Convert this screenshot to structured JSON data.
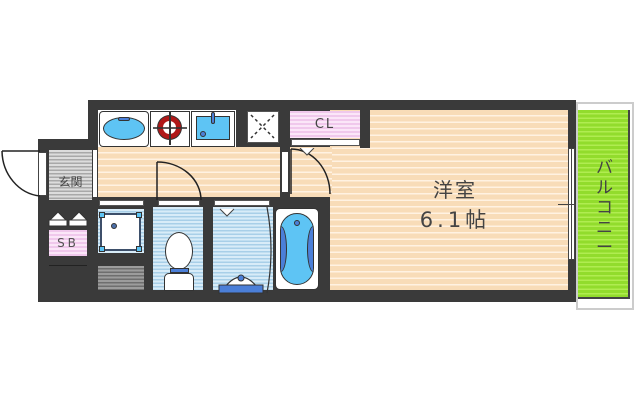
{
  "floorplan": {
    "rooms": {
      "main_room": {
        "name": "洋室",
        "size": "6.1帖"
      },
      "entrance": {
        "label": "玄関"
      },
      "shoe_box": {
        "label": "SB"
      },
      "closet": {
        "label": "CL"
      },
      "balcony": {
        "label": "バルコニー"
      }
    },
    "fixtures": [
      "washbasin",
      "gas-stove",
      "kitchen-sink",
      "fridge-space",
      "washing-machine-pan",
      "toilet",
      "washroom-sink",
      "bathtub"
    ],
    "colors": {
      "wall": "#3a3a3a",
      "wood_floor": "#f8dcb8",
      "wet_area": "#d8ecf8",
      "closet": "#f0c8ec",
      "balcony": "#92dc2c",
      "fixture_blue": "#5ec4f4",
      "stove_red": "#b01818"
    }
  }
}
